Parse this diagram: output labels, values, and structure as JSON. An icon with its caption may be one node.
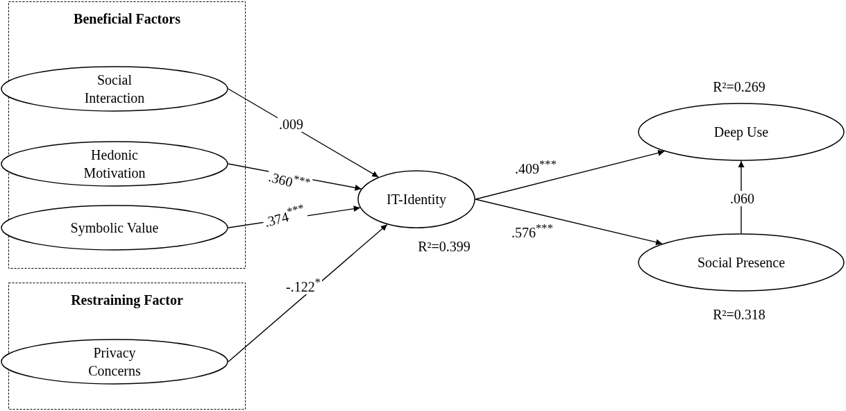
{
  "diagram": {
    "nodes": [
      {
        "text": [
          "Beneficial Factors"
        ]
      },
      {
        "text": [
          "Social Interaction"
        ],
        "in": 0
      },
      {
        "text": [
          "Hedonic Motivation"
        ],
        "in": 0
      },
      {
        "text": [
          "Symbolic Value"
        ],
        "in": 0
      },
      {
        "text": [
          "Restraining Factor"
        ]
      },
      {
        "text": [
          "Privacy Concerns"
        ],
        "in": 4
      },
      {
        "text": [
          "IT-Identity"
        ],
        "beside": [
          "R²=0.399"
        ]
      },
      {
        "text": [
          "Deep Use"
        ],
        "beside": [
          "R²=0.269"
        ]
      },
      {
        "text": [
          "Social Presence"
        ],
        "beside": [
          "R²=0.318"
        ]
      }
    ],
    "edges": [
      {
        "from": 1,
        "to": 6,
        "arrow": "to",
        "label": ".009"
      },
      {
        "from": 2,
        "to": 6,
        "arrow": "to",
        "label": ".360$^{***}$"
      },
      {
        "from": 3,
        "to": 6,
        "arrow": "to",
        "label": ".374$^{***}$"
      },
      {
        "from": 5,
        "to": 6,
        "arrow": "to",
        "label": "-.122$^{*}$"
      },
      {
        "from": 6,
        "to": 7,
        "arrow": "to",
        "label": ".409$^{***}$"
      },
      {
        "from": 6,
        "to": 8,
        "arrow": "to",
        "label": ".576$^{***}$"
      },
      {
        "from": 8,
        "to": 7,
        "arrow": "to",
        "label": ".060"
      }
    ]
  }
}
